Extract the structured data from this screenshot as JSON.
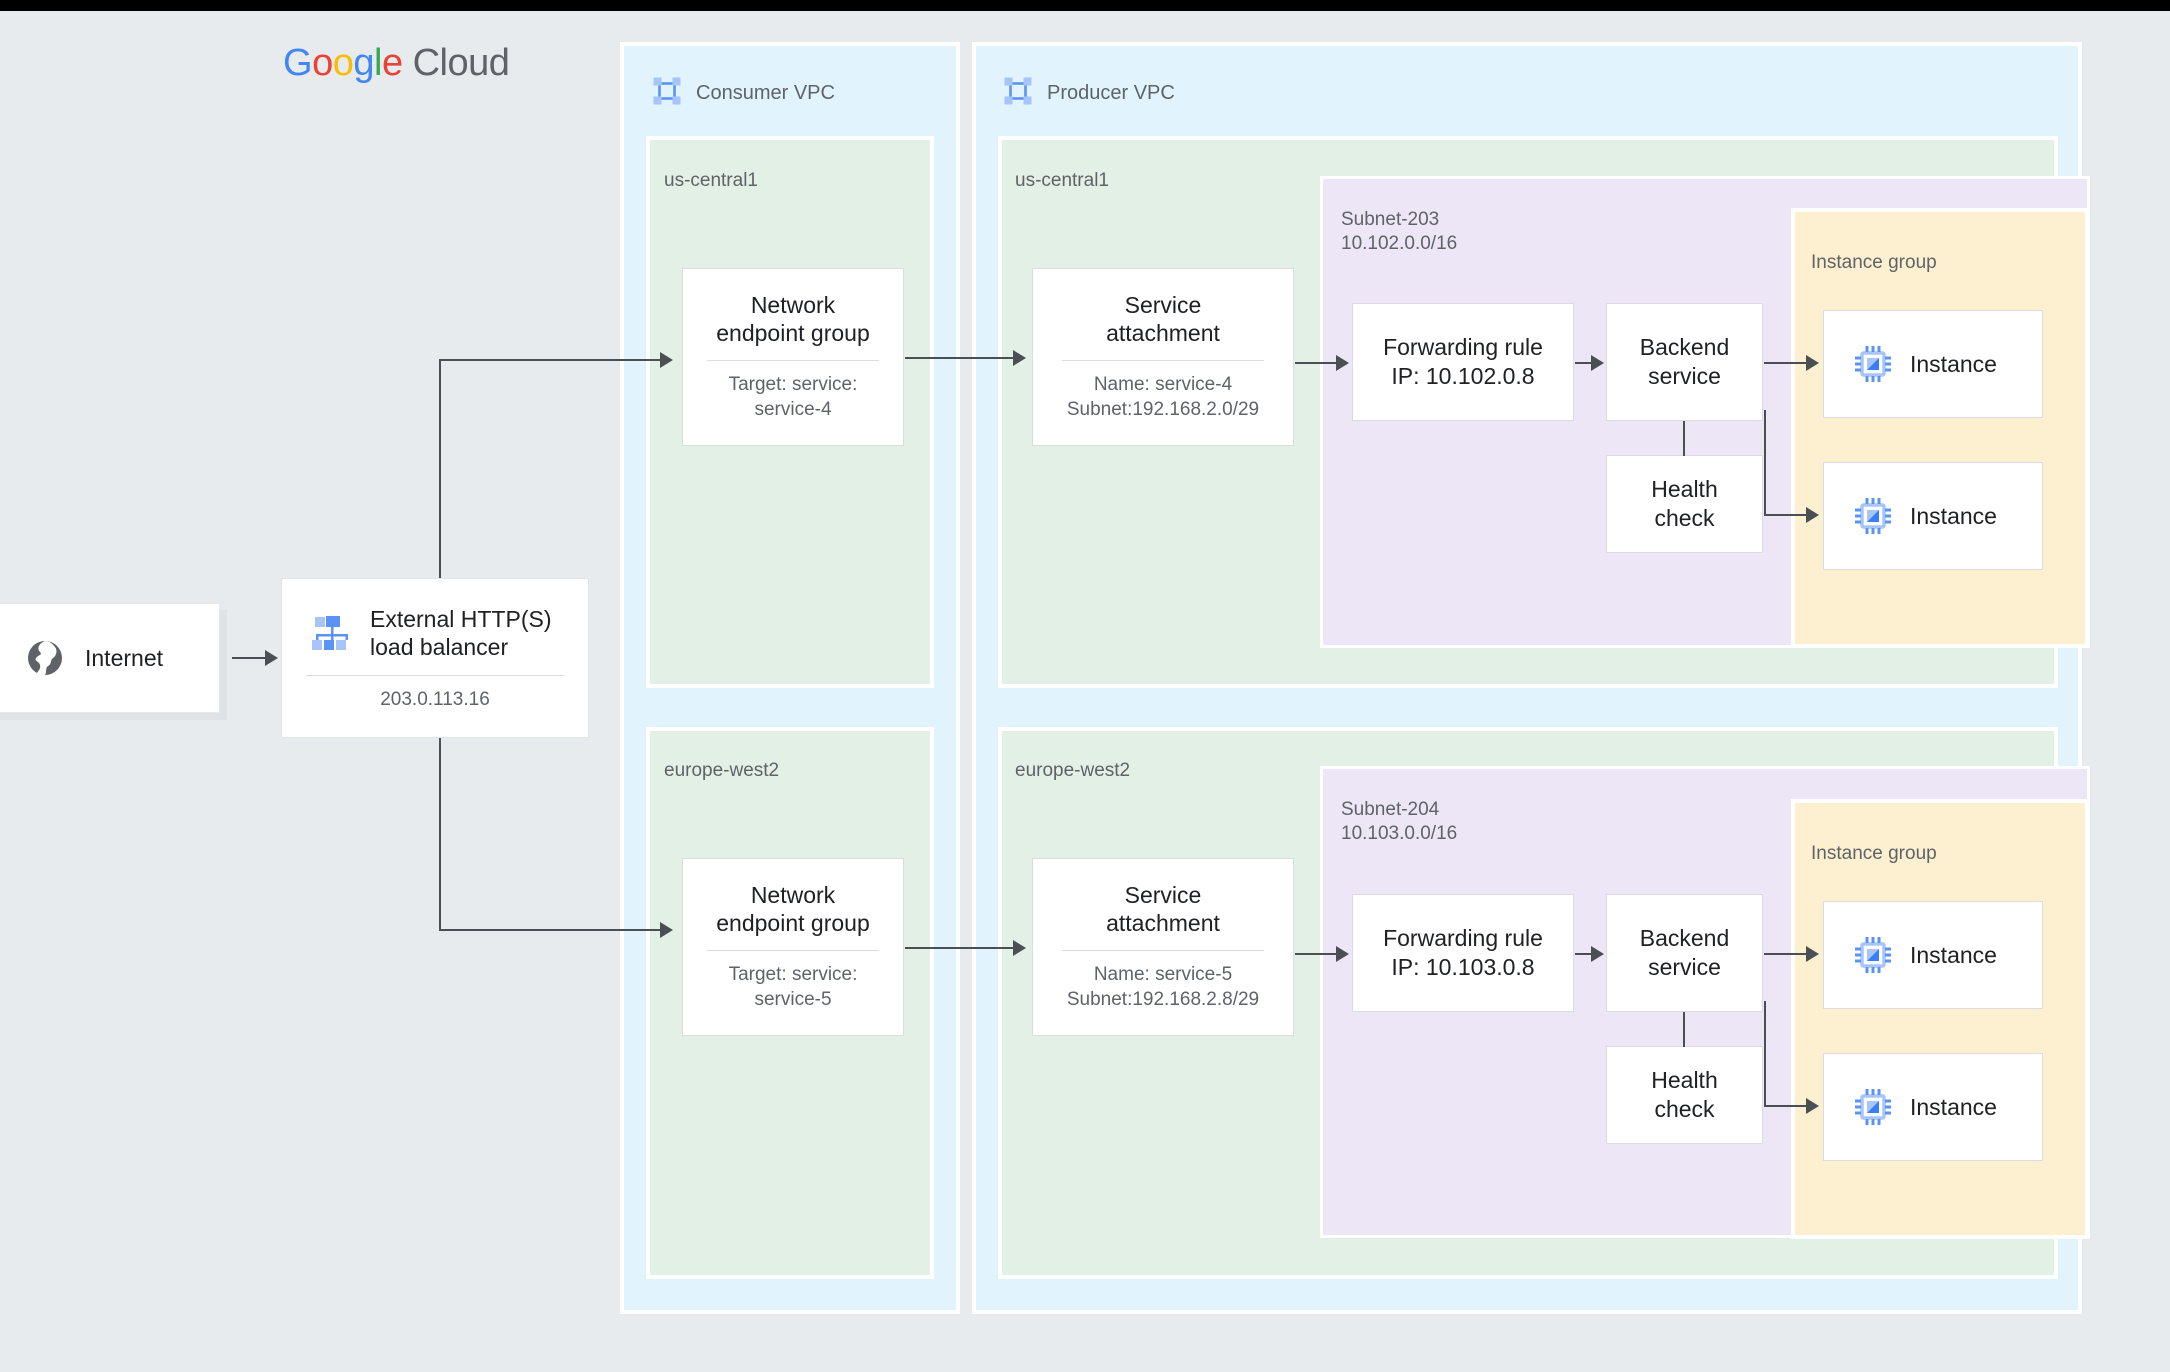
{
  "brand": {
    "logo_google": "Google",
    "logo_cloud": "Cloud"
  },
  "containers": {
    "consumer_vpc": {
      "title": "Consumer VPC",
      "icon": "vpc-icon"
    },
    "producer_vpc": {
      "title": "Producer VPC",
      "icon": "vpc-icon"
    },
    "regions": {
      "consumer_top": "us-central1",
      "producer_top": "us-central1",
      "consumer_bottom": "europe-west2",
      "producer_bottom": "europe-west2"
    },
    "subnets": {
      "top": {
        "name": "Subnet-203",
        "cidr": "10.102.0.0/16"
      },
      "bottom": {
        "name": "Subnet-204",
        "cidr": "10.103.0.0/16"
      }
    },
    "instance_groups": {
      "top": "Instance group",
      "bottom": "Instance group"
    }
  },
  "nodes": {
    "internet": {
      "label": "Internet",
      "icon": "globe-icon"
    },
    "load_balancer": {
      "title_line1": "External HTTP(S)",
      "title_line2": "load balancer",
      "ip": "203.0.113.16",
      "icon": "load-balancer-icon"
    },
    "neg_top": {
      "title_line1": "Network",
      "title_line2": "endpoint group",
      "sub_line1": "Target: service:",
      "sub_line2": "service-4"
    },
    "neg_bottom": {
      "title_line1": "Network",
      "title_line2": "endpoint group",
      "sub_line1": "Target: service:",
      "sub_line2": "service-5"
    },
    "sa_top": {
      "title_line1": "Service",
      "title_line2": "attachment",
      "sub_line1": "Name: service-4",
      "sub_line2": "Subnet:192.168.2.0/29"
    },
    "sa_bottom": {
      "title_line1": "Service",
      "title_line2": "attachment",
      "sub_line1": "Name: service-5",
      "sub_line2": "Subnet:192.168.2.8/29"
    },
    "fr_top": {
      "line1": "Forwarding rule",
      "line2": "IP: 10.102.0.8"
    },
    "fr_bottom": {
      "line1": "Forwarding rule",
      "line2": "IP: 10.103.0.8"
    },
    "bs_top": {
      "line1": "Backend",
      "line2": "service"
    },
    "bs_bottom": {
      "line1": "Backend",
      "line2": "service"
    },
    "hc_top": {
      "line1": "Health",
      "line2": "check"
    },
    "hc_bottom": {
      "line1": "Health",
      "line2": "check"
    },
    "instances": {
      "top_1": {
        "label": "Instance",
        "icon": "cpu-instance-icon"
      },
      "top_2": {
        "label": "Instance",
        "icon": "cpu-instance-icon"
      },
      "bottom_1": {
        "label": "Instance",
        "icon": "cpu-instance-icon"
      },
      "bottom_2": {
        "label": "Instance",
        "icon": "cpu-instance-icon"
      }
    }
  },
  "colors": {
    "canvas": "#e8ebed",
    "vpc_fill": "#e1f4fd",
    "region_fill": "#e3f0e6",
    "subnet_fill": "#ece6f6",
    "instance_group_fill": "#fdf0d0",
    "connector": "#4a4f54",
    "icon_blue": "#5b92f5",
    "icon_blue_light": "#a7c5fb",
    "text_primary": "#202124",
    "text_secondary": "#5f6368"
  }
}
